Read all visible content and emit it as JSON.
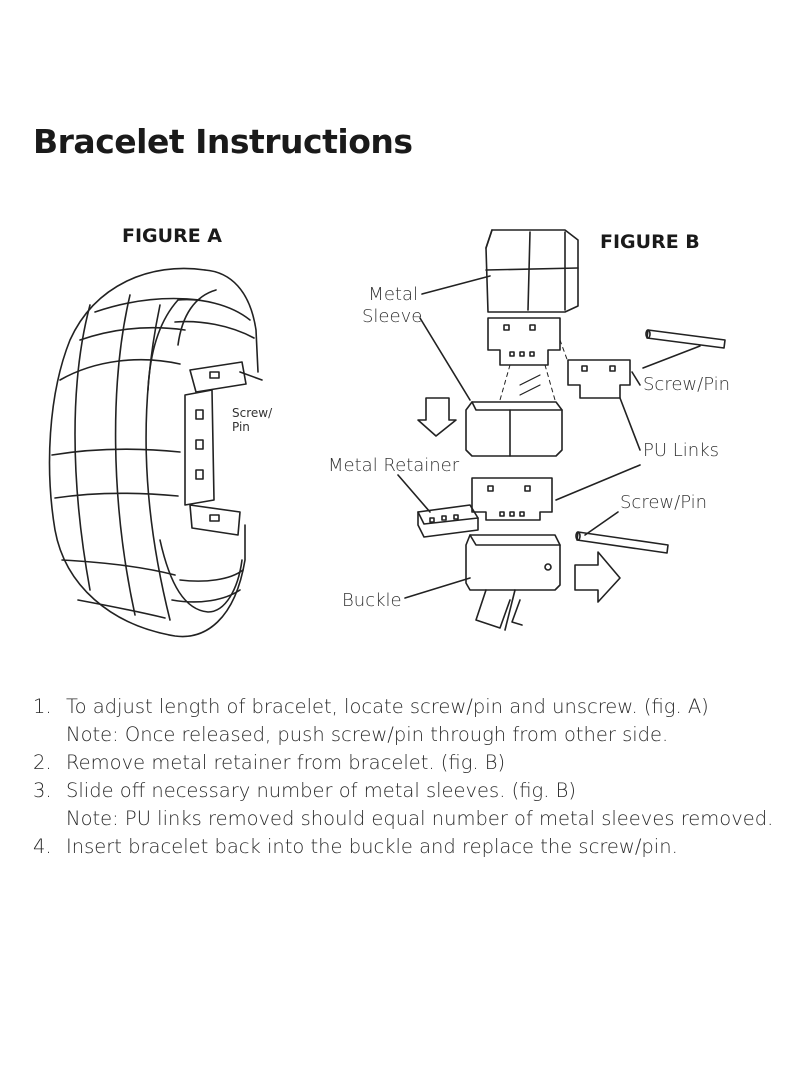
{
  "title": "Bracelet Instructions",
  "figure_a": {
    "heading": "FIGURE A",
    "labels": {
      "screw_pin": [
        "Screw/",
        "Pin"
      ]
    }
  },
  "figure_b": {
    "heading": "FIGURE B",
    "labels": {
      "metal_sleeve": [
        "Metal",
        "Sleeve"
      ],
      "screw_pin_top": "Screw/Pin",
      "pu_links": "PU Links",
      "metal_retainer": "Metal Retainer",
      "screw_pin_bottom": "Screw/Pin",
      "buckle": "Buckle"
    }
  },
  "steps": [
    {
      "number": "1.",
      "text": "To adjust length of bracelet, locate screw/pin and unscrew. (fig. A)",
      "note": "Note: Once released, push screw/pin through from other side."
    },
    {
      "number": "2.",
      "text": "Remove metal retainer from bracelet. (fig. B)",
      "note": ""
    },
    {
      "number": "3.",
      "text": "Slide off necessary number of metal sleeves. (fig. B)",
      "note": "Note: PU links removed should equal number of metal sleeves removed."
    },
    {
      "number": "4.",
      "text": "Insert bracelet back into the buckle and replace the screw/pin.",
      "note": ""
    }
  ]
}
